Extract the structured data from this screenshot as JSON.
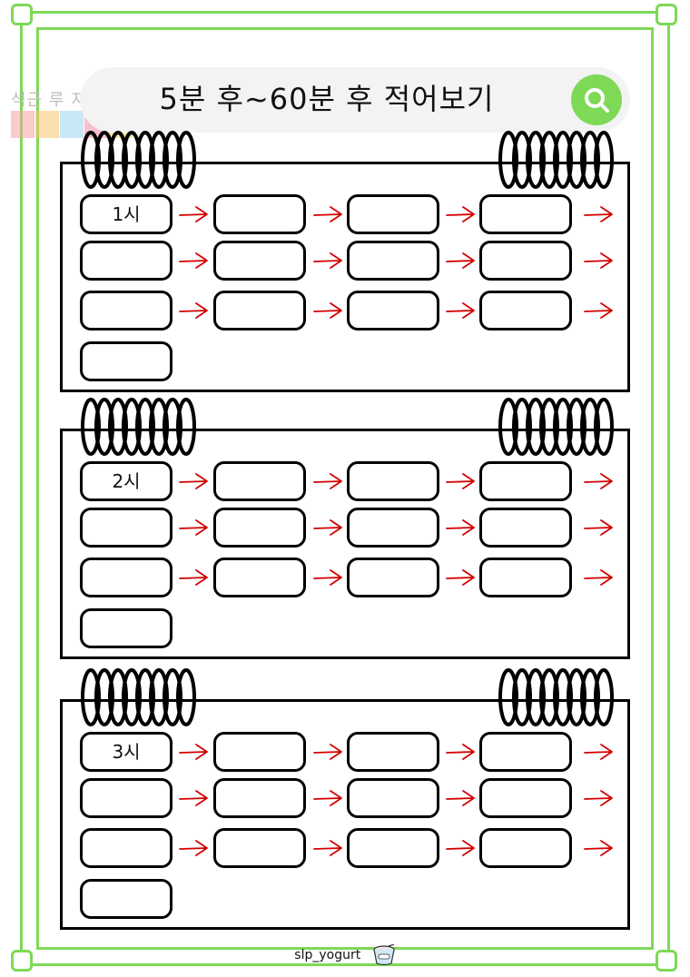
{
  "header": {
    "title": "5분 후~60분 후  적어보기"
  },
  "logo": {
    "text": "석근 루 지료수",
    "colors": [
      "#f4a3a3",
      "#f7c46c",
      "#9fd3f0",
      "#f28aa8",
      "#f7d75b"
    ]
  },
  "colors": {
    "frame": "#7ed957",
    "arrow": "#d40000",
    "search_button": "#7ed957"
  },
  "icons": {
    "search": "search-icon",
    "cup": "yogurt-cup-icon"
  },
  "sections": [
    {
      "label": "1시"
    },
    {
      "label": "2시"
    },
    {
      "label": "3시"
    }
  ],
  "footer": {
    "credit": "slp_yogurt"
  }
}
